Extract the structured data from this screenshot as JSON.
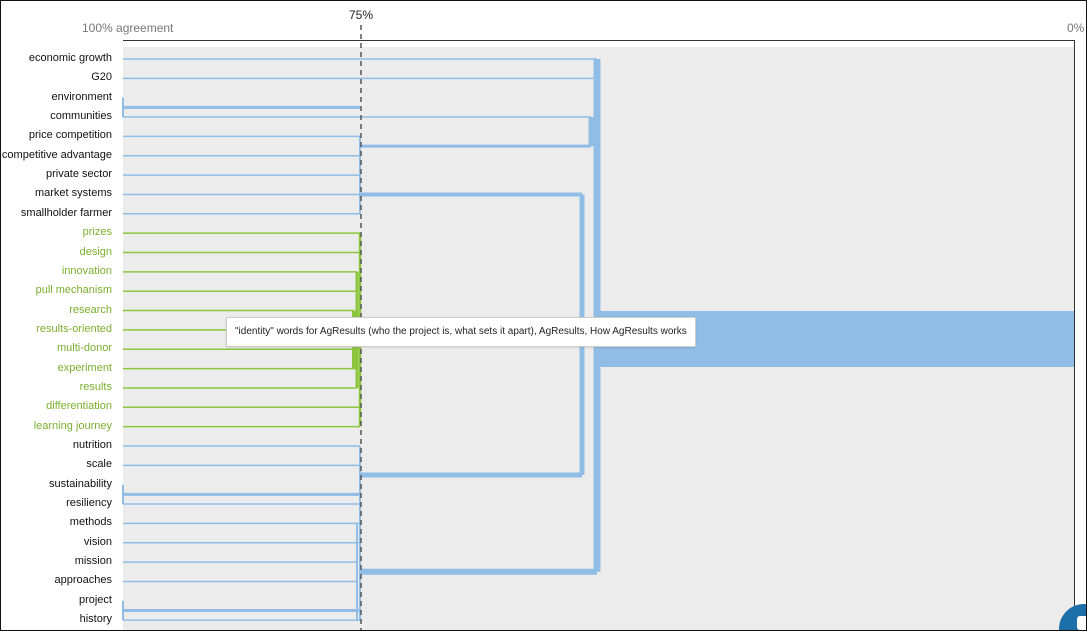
{
  "axis": {
    "left_label": "100% agreement",
    "right_label": "0%",
    "threshold_label": "75%"
  },
  "tooltip": {
    "text": "\"identity\" words for AgResults (who the project is, what sets it apart), AgResults, How AgResults works"
  },
  "colors": {
    "blue_branch": "#8fbde6",
    "green_branch": "#8cc63f",
    "green_text": "#7ab02e",
    "panel_bg": "#ececec",
    "threshold_line": "#555555"
  },
  "leaves": [
    {
      "label": "economic growth",
      "group": "blue"
    },
    {
      "label": "G20",
      "group": "blue"
    },
    {
      "label": "environment",
      "group": "blue"
    },
    {
      "label": "communities",
      "group": "blue"
    },
    {
      "label": "price competition",
      "group": "blue"
    },
    {
      "label": "competitive advantage",
      "group": "blue"
    },
    {
      "label": "private sector",
      "group": "blue"
    },
    {
      "label": "market systems",
      "group": "blue"
    },
    {
      "label": "smallholder farmer",
      "group": "blue"
    },
    {
      "label": "prizes",
      "group": "green"
    },
    {
      "label": "design",
      "group": "green"
    },
    {
      "label": "innovation",
      "group": "green"
    },
    {
      "label": "pull mechanism",
      "group": "green"
    },
    {
      "label": "research",
      "group": "green"
    },
    {
      "label": "results-oriented",
      "group": "green"
    },
    {
      "label": "multi-donor",
      "group": "green"
    },
    {
      "label": "experiment",
      "group": "green"
    },
    {
      "label": "results",
      "group": "green"
    },
    {
      "label": "differentiation",
      "group": "green"
    },
    {
      "label": "learning journey",
      "group": "green"
    },
    {
      "label": "nutrition",
      "group": "blue"
    },
    {
      "label": "scale",
      "group": "blue"
    },
    {
      "label": "sustainability",
      "group": "blue"
    },
    {
      "label": "resiliency",
      "group": "blue"
    },
    {
      "label": "methods",
      "group": "blue"
    },
    {
      "label": "vision",
      "group": "blue"
    },
    {
      "label": "mission",
      "group": "blue"
    },
    {
      "label": "approaches",
      "group": "blue"
    },
    {
      "label": "project",
      "group": "blue"
    },
    {
      "label": "history",
      "group": "blue"
    }
  ]
}
